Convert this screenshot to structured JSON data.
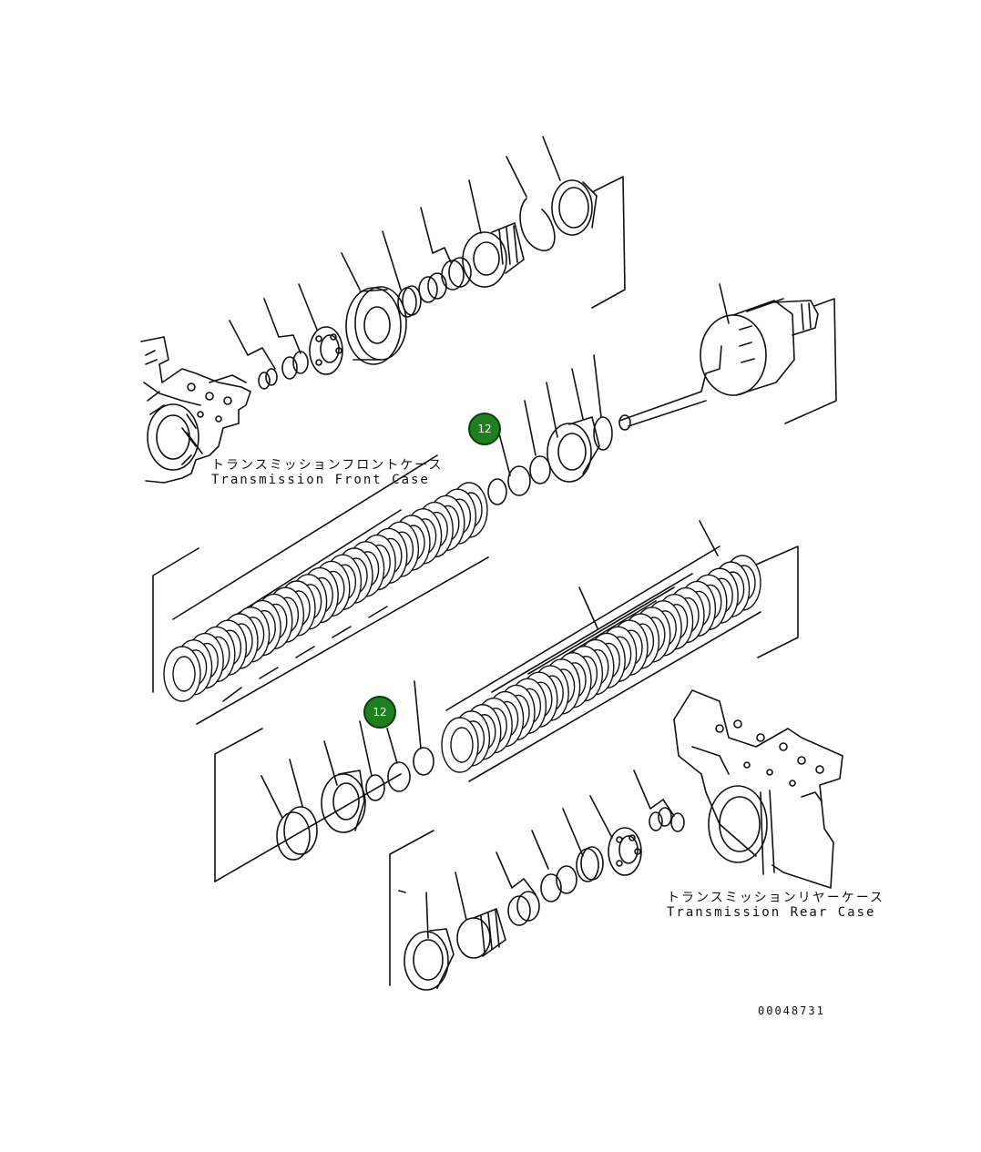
{
  "labels": {
    "front_case_jp": "トランスミッションフロントケース",
    "front_case_en": "Transmission Front Case",
    "rear_case_jp": "トランスミッションリヤーケース",
    "rear_case_en": "Transmission Rear Case",
    "drawing_number": "00048731"
  },
  "callouts": [
    {
      "text": "12"
    },
    {
      "text": "12"
    }
  ],
  "colors": {
    "callout_fill": "#1e7f1e",
    "line": "#111111"
  }
}
